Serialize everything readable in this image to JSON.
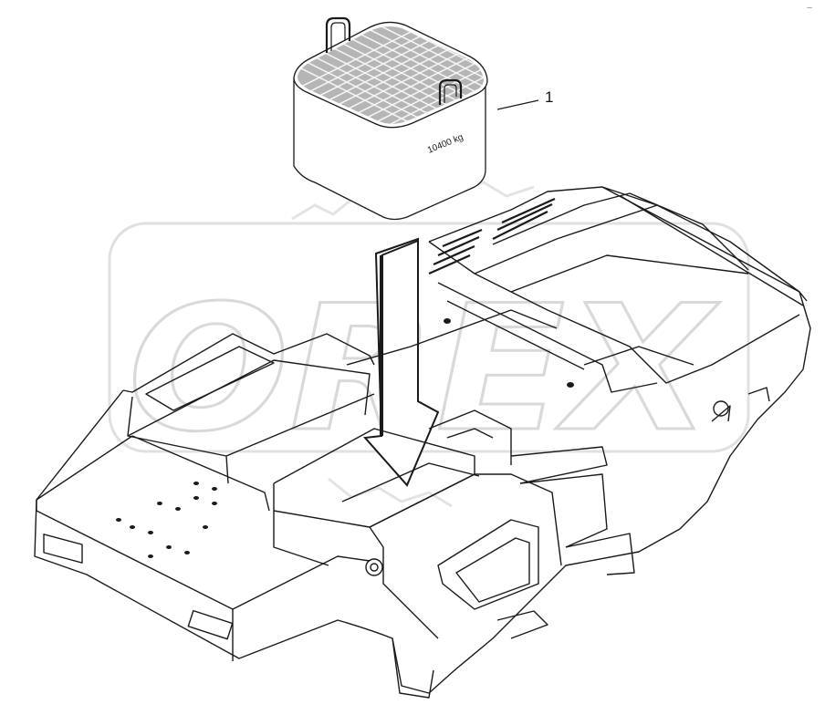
{
  "diagram": {
    "callout_number": "1",
    "weight_label": "10400 kg",
    "corner_mark": "—",
    "watermark_text": "OREX",
    "colors": {
      "line": "#1a1a1a",
      "watermark": "#d9d9d9",
      "background": "#ffffff"
    }
  }
}
